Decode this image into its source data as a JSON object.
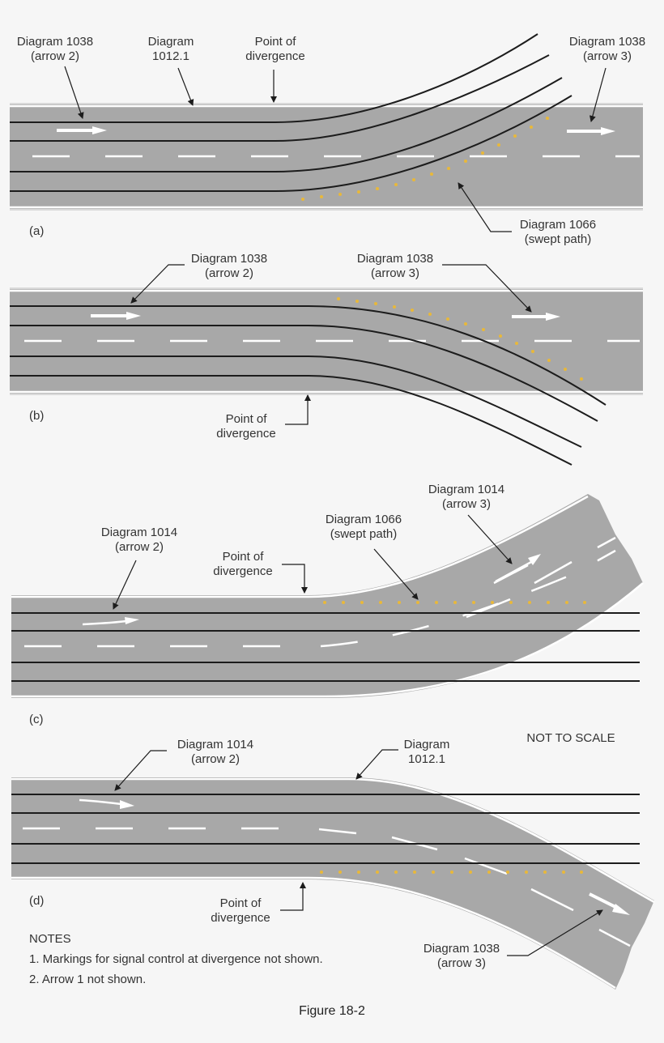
{
  "panels": {
    "a": {
      "tag": "(a)",
      "l1a": "Diagram 1038",
      "l1b": "(arrow 2)",
      "l2a": "Diagram",
      "l2b": "1012.1",
      "l3a": "Point of",
      "l3b": "divergence",
      "l4a": "Diagram 1038",
      "l4b": "(arrow 3)",
      "l5a": "Diagram 1066",
      "l5b": "(swept path)"
    },
    "b": {
      "tag": "(b)",
      "l1a": "Diagram 1038",
      "l1b": "(arrow 2)",
      "l2a": "Diagram 1038",
      "l2b": "(arrow 3)",
      "l3a": "Point of",
      "l3b": "divergence"
    },
    "c": {
      "tag": "(c)",
      "l1a": "Diagram 1014",
      "l1b": "(arrow 2)",
      "l2a": "Point of",
      "l2b": "divergence",
      "l3a": "Diagram 1066",
      "l3b": "(swept path)",
      "l4a": "Diagram 1014",
      "l4b": "(arrow 3)"
    },
    "d": {
      "tag": "(d)",
      "l1a": "Diagram 1014",
      "l1b": "(arrow 2)",
      "l2a": "Diagram",
      "l2b": "1012.1",
      "l3a": "Point of",
      "l3b": "divergence",
      "l4a": "Diagram 1038",
      "l4b": "(arrow 3)"
    }
  },
  "scale_note": "NOT TO SCALE",
  "notes": {
    "title": "NOTES",
    "items": [
      "1. Markings for signal control at divergence not shown.",
      "2. Arrow 1 not shown."
    ]
  },
  "figure_caption": "Figure 18-2",
  "colors": {
    "road": "#a8a8a8",
    "markings": "#ffffff",
    "swept_path": "#e8b83a",
    "lines": "#1c1c1c"
  }
}
